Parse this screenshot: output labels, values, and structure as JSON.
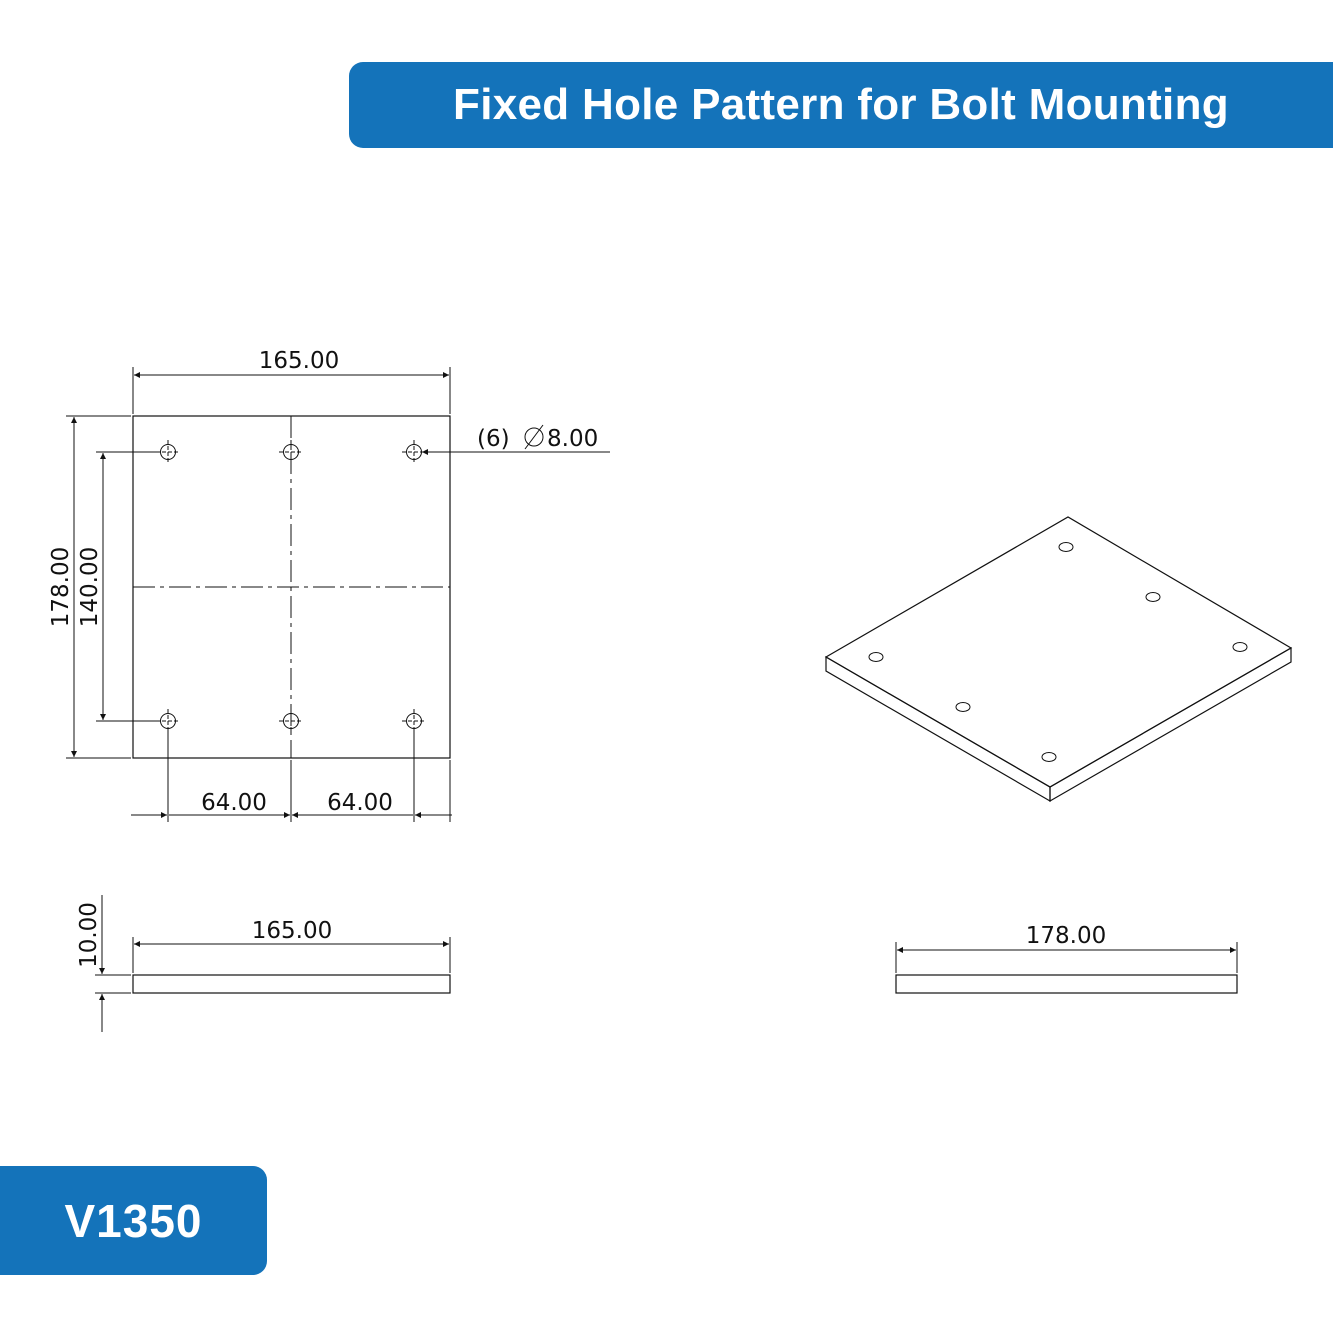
{
  "title": "Fixed Hole Pattern for Bolt Mounting",
  "model": "V1350",
  "colors": {
    "accent": "#1473BA",
    "line": "#111111"
  },
  "dimensions": {
    "top_width": "165.00",
    "overall_height": "178.00",
    "hole_spacing_vertical": "140.00",
    "hole_callout_count": "(6)",
    "hole_diameter": "8.00",
    "hole_spacing_left": "64.00",
    "hole_spacing_right": "64.00",
    "thickness": "10.00",
    "side_width": "165.00",
    "side_depth": "178.00"
  }
}
